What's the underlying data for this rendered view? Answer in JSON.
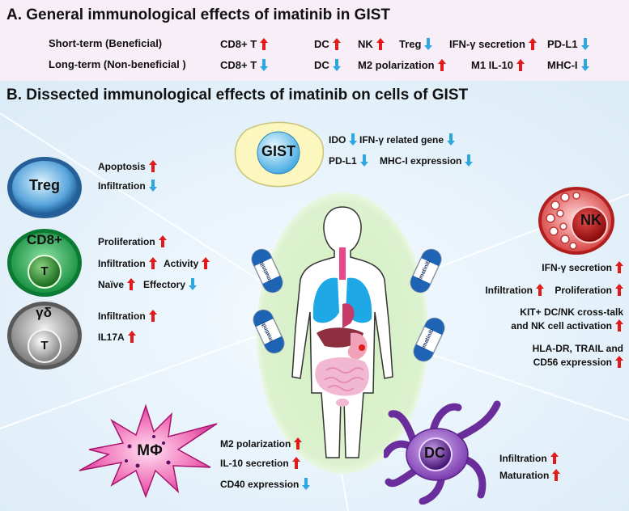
{
  "sectionA": {
    "title": "A. General immunological effects of imatinib in GIST",
    "short_term": {
      "label": "Short-term (Beneficial)",
      "items": [
        {
          "text": "CD8+ T",
          "dir": "up"
        },
        {
          "text": "DC",
          "dir": "up"
        },
        {
          "text": "NK",
          "dir": "up"
        },
        {
          "text": "Treg",
          "dir": "down"
        },
        {
          "text": "IFN-γ secretion",
          "dir": "up"
        },
        {
          "text": "PD-L1",
          "dir": "down"
        }
      ]
    },
    "long_term": {
      "label": "Long-term (Non-beneficial )",
      "items": [
        {
          "text": "CD8+ T",
          "dir": "down"
        },
        {
          "text": "DC",
          "dir": "down"
        },
        {
          "text": "M2 polarization",
          "dir": "up"
        },
        {
          "text": "M1 IL-10",
          "dir": "up"
        },
        {
          "text": "MHC-I",
          "dir": "down"
        }
      ]
    }
  },
  "sectionB": {
    "title": "B. Dissected immunological effects of imatinib on cells of GIST"
  },
  "cells": {
    "gist": {
      "name": "GIST",
      "effects": [
        {
          "text": "IDO",
          "dir": "down"
        },
        {
          "text": "IFN-γ related gene",
          "dir": "down"
        },
        {
          "text": "PD-L1",
          "dir": "down"
        },
        {
          "text": "MHC-I expression",
          "dir": "down"
        }
      ]
    },
    "treg": {
      "name": "Treg",
      "effects": [
        {
          "text": "Apoptosis",
          "dir": "up"
        },
        {
          "text": "Infiltration",
          "dir": "down"
        }
      ]
    },
    "cd8": {
      "name_top": "CD8+",
      "name_bottom": "T",
      "effects": [
        {
          "text": "Proliferation",
          "dir": "up"
        },
        {
          "text": "Infiltration",
          "dir": "up"
        },
        {
          "text": "Activity",
          "dir": "up"
        },
        {
          "text": "Naïve",
          "dir": "up"
        },
        {
          "text": "Effectory",
          "dir": "down"
        }
      ]
    },
    "gd": {
      "name_top": "γδ",
      "name_bottom": "T",
      "effects": [
        {
          "text": "Infiltration",
          "dir": "up"
        },
        {
          "text": "IL17A",
          "dir": "up"
        }
      ]
    },
    "nk": {
      "name": "NK",
      "effects": [
        {
          "text": "IFN-γ secretion",
          "dir": "up"
        },
        {
          "text": "Infiltration",
          "dir": "up"
        },
        {
          "text": "Proliferation",
          "dir": "up"
        },
        {
          "text": "KIT+ DC/NK cross-talk",
          "dir": ""
        },
        {
          "text": "and NK cell activation",
          "dir": "up"
        },
        {
          "text": "HLA-DR, TRAIL and",
          "dir": ""
        },
        {
          "text": "CD56 expression",
          "dir": "up"
        }
      ]
    },
    "macrophage": {
      "name": "MΦ",
      "effects": [
        {
          "text": "M2 polarization",
          "dir": "up"
        },
        {
          "text": "IL-10 secretion",
          "dir": "up"
        },
        {
          "text": "CD40 expression",
          "dir": "down"
        }
      ]
    },
    "dc": {
      "name": "DC",
      "effects": [
        {
          "text": "Infiltration",
          "dir": "up"
        },
        {
          "text": "Maturation",
          "dir": "up"
        }
      ]
    }
  },
  "capsules": {
    "label": "Imatinib"
  },
  "colors": {
    "up": "#e21a1a",
    "down": "#2ea6e0",
    "sectionA_bg": "#f7eef7",
    "sectionB_bg": "#eaf4fb"
  }
}
